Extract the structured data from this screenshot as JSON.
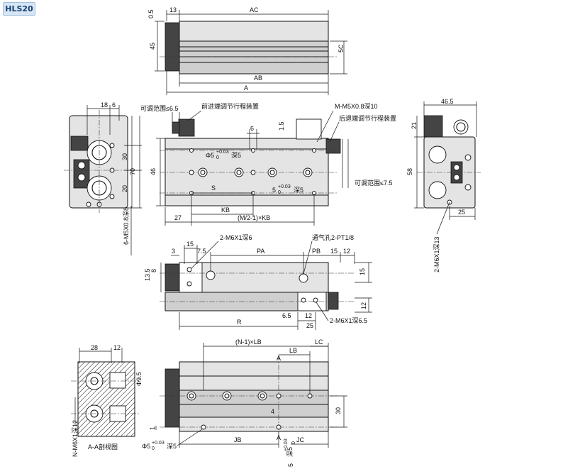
{
  "badge": "HLS20",
  "top_view": {
    "dims": {
      "d13": "13",
      "ac": "AC",
      "d05": "0.5",
      "d45": "45",
      "d5c": "5C",
      "ab": "AB",
      "a": "A"
    }
  },
  "left_end_view": {
    "dims": {
      "d18": "18",
      "d6": "6",
      "d30": "30",
      "d70": "70",
      "d20": "20",
      "tapped": "6-M5X0.8深8"
    }
  },
  "front_view": {
    "labels": {
      "adj_front_range": "可调范围≤6.5",
      "front_adjuster": "前进端调节行程装置",
      "m_thread": "M-M5X0.8深10",
      "rear_adjuster": "后退端调节行程装置",
      "adj_rear_range": "可调范围≤7.5",
      "pin_hole": "Φ5",
      "pin_tol": "+0.03",
      "pin_tol0": "0",
      "pin_depth": "深5",
      "slot": "5",
      "slot_tol": "+0.03",
      "slot_tol0": "0",
      "slot_depth": "深5"
    },
    "dims": {
      "d15": "1.5",
      "d6": "6",
      "d46": "46",
      "s": "S",
      "kb": "KB",
      "d27": "27",
      "m2kb": "(M/2-1)×KB"
    }
  },
  "right_end_view": {
    "dims": {
      "d465": "46.5",
      "d21": "21",
      "d58": "58",
      "d25": "25",
      "tapped": "2-M6X1深13"
    }
  },
  "middle_view": {
    "labels": {
      "tap1": "2-M6X1深6",
      "vent": "通气孔2-PT1/8",
      "tap2": "2-M6X1深6.5"
    },
    "dims": {
      "d3": "3",
      "d15": "15",
      "d75": "7.5",
      "pa": "PA",
      "pb": "PB",
      "d15b": "15",
      "d12": "12",
      "d135": "13.5",
      "d8": "8",
      "d15c": "15",
      "d12b": "12",
      "r": "R",
      "d65": "6.5",
      "d12c": "12",
      "d25": "25"
    }
  },
  "bottom_view": {
    "labels": {
      "pin_hole": "Φ5",
      "pin_tol": "+0.03",
      "pin_tol0": "0",
      "pin_depth": "深5",
      "slot": "5",
      "slot_tol": "+0.03",
      "slot_tol0": "0",
      "slot_depth": "深5"
    },
    "dims": {
      "n1lb": "(N-1)×LB",
      "lb": "LB",
      "lc": "LC",
      "a": "A",
      "d1": "1",
      "d30": "30",
      "jb": "JB",
      "a2": "A",
      "jc": "JC",
      "d4": "4"
    }
  },
  "section_view": {
    "labels": {
      "caption": "A-A剖视图",
      "tapped": "N-M6X1深12"
    },
    "dims": {
      "d28": "28",
      "d12": "12",
      "d95": "Φ9.5"
    }
  }
}
